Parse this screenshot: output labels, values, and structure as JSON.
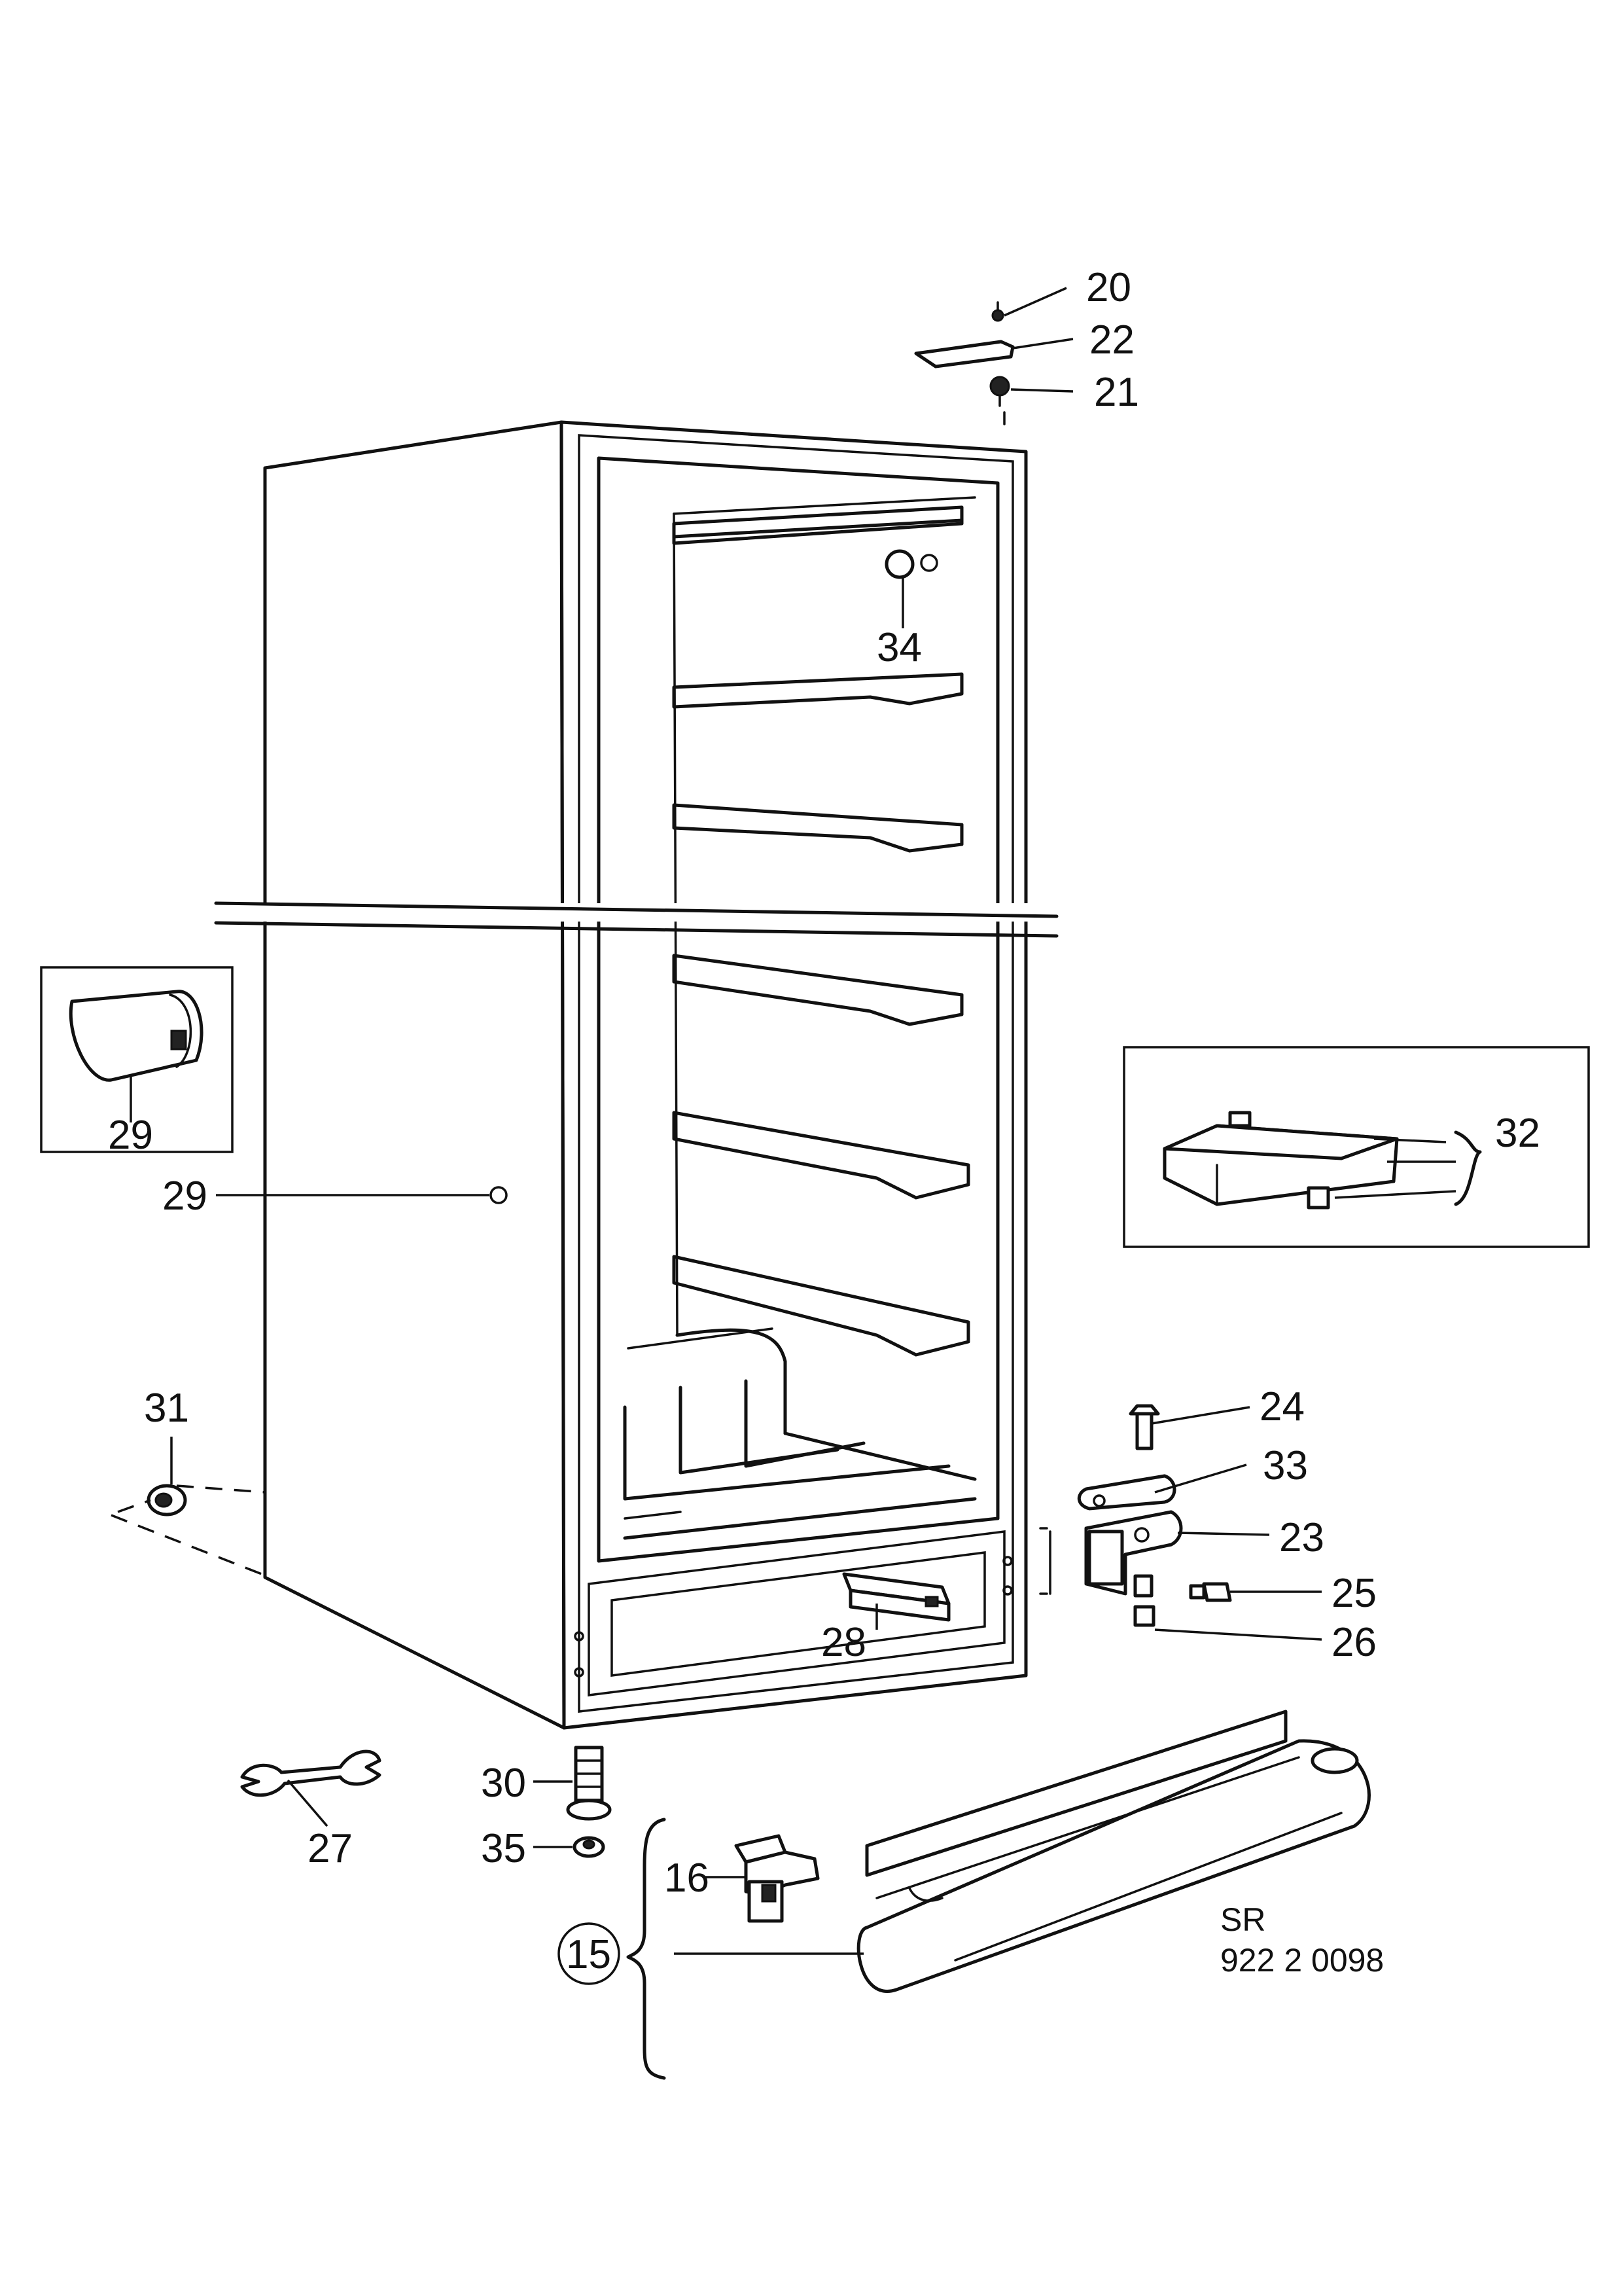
{
  "callouts": {
    "c20": "20",
    "c22": "22",
    "c21": "21",
    "c34": "34",
    "c29_inset": "29",
    "c29": "29",
    "c32": "32",
    "c24": "24",
    "c33": "33",
    "c23": "23",
    "c25": "25",
    "c26": "26",
    "c31": "31",
    "c28": "28",
    "c30": "30",
    "c35": "35",
    "c27": "27",
    "c16": "16",
    "c15": "15"
  },
  "reference": {
    "line1": "SR",
    "line2": "922 2 0098"
  }
}
